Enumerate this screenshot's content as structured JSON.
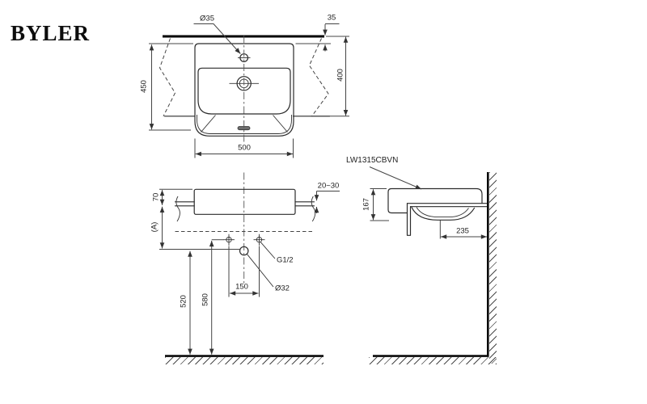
{
  "brand": "BYLER",
  "product_code": "LW1315CBVN",
  "colors": {
    "linework": "#2b2b2b",
    "background": "#ffffff"
  },
  "views": {
    "top": {
      "faucet_hole_dia": "Ø35",
      "rim_to_wall": "35",
      "total_depth": "450",
      "counter_depth": "400",
      "width": "500"
    },
    "front": {
      "rim_height": "70",
      "height_ref": "(A)",
      "counter_thickness": "20~30",
      "supply_thread": "G1/2",
      "drain_dia": "Ø32",
      "supply_spacing": "150",
      "supply_height": "580",
      "drain_height": "520"
    },
    "side": {
      "basin_height": "167",
      "drain_to_wall": "235"
    }
  }
}
